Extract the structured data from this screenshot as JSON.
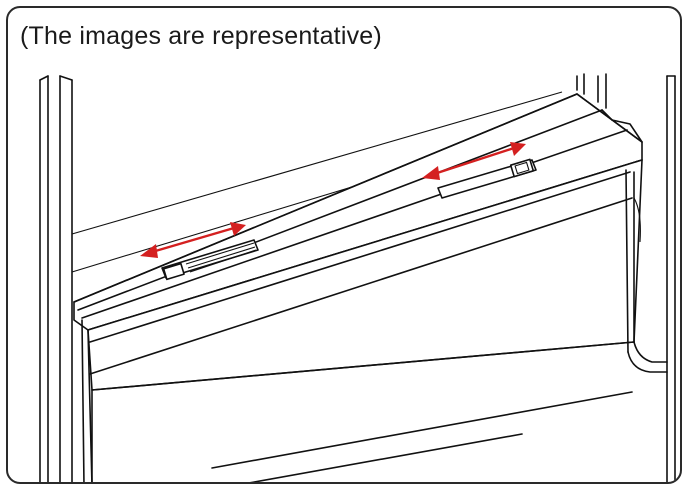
{
  "caption": "(The images are representative)",
  "colors": {
    "frame_border": "#2a2a2a",
    "line_art": "#111111",
    "arrow": "#d42020",
    "background": "#ffffff"
  },
  "illustration": {
    "subject": "drawer-with-top-slider-vents",
    "arrows": [
      "left-slider-adjustment-arrow",
      "right-slider-adjustment-arrow"
    ]
  }
}
